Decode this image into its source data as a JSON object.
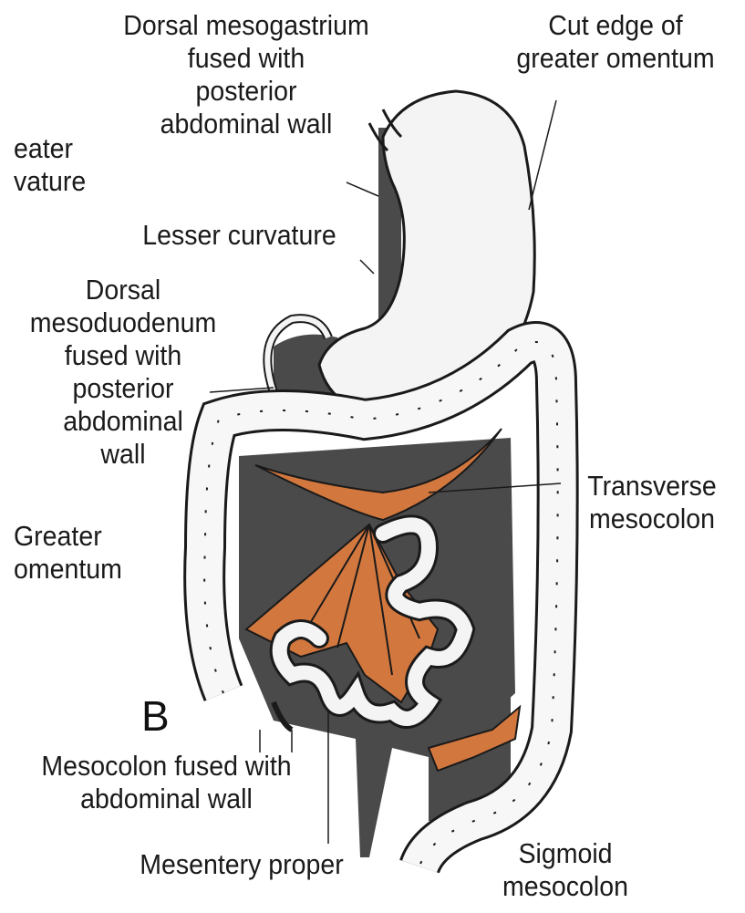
{
  "figure": {
    "panel_letter": "B",
    "labels": {
      "dorsal_mesogastrium": "Dorsal mesogastrium\nfused with\nposterior\nabdominal wall",
      "cut_edge": "Cut edge of\ngreater omentum",
      "greater_curvature": "eater\nvature",
      "lesser_curvature": "Lesser curvature",
      "dorsal_mesoduodenum": "Dorsal\nmesoduodenum\nfused with\nposterior\nabdominal\nwall",
      "transverse_mesocolon": "Transverse\nmesocolon",
      "greater_omentum": "Greater\nomentum",
      "mesocolon_fused": "Mesocolon fused with\nabdominal wall",
      "mesentery_proper": "Mesentery proper",
      "sigmoid_mesocolon": "Sigmoid\nmesocolon"
    },
    "colors": {
      "mesentery": "#d2773e",
      "posterior_wall": "#4a4a4a",
      "organ_fill": "#f4f4f4",
      "outline": "#1a1a1a"
    }
  }
}
